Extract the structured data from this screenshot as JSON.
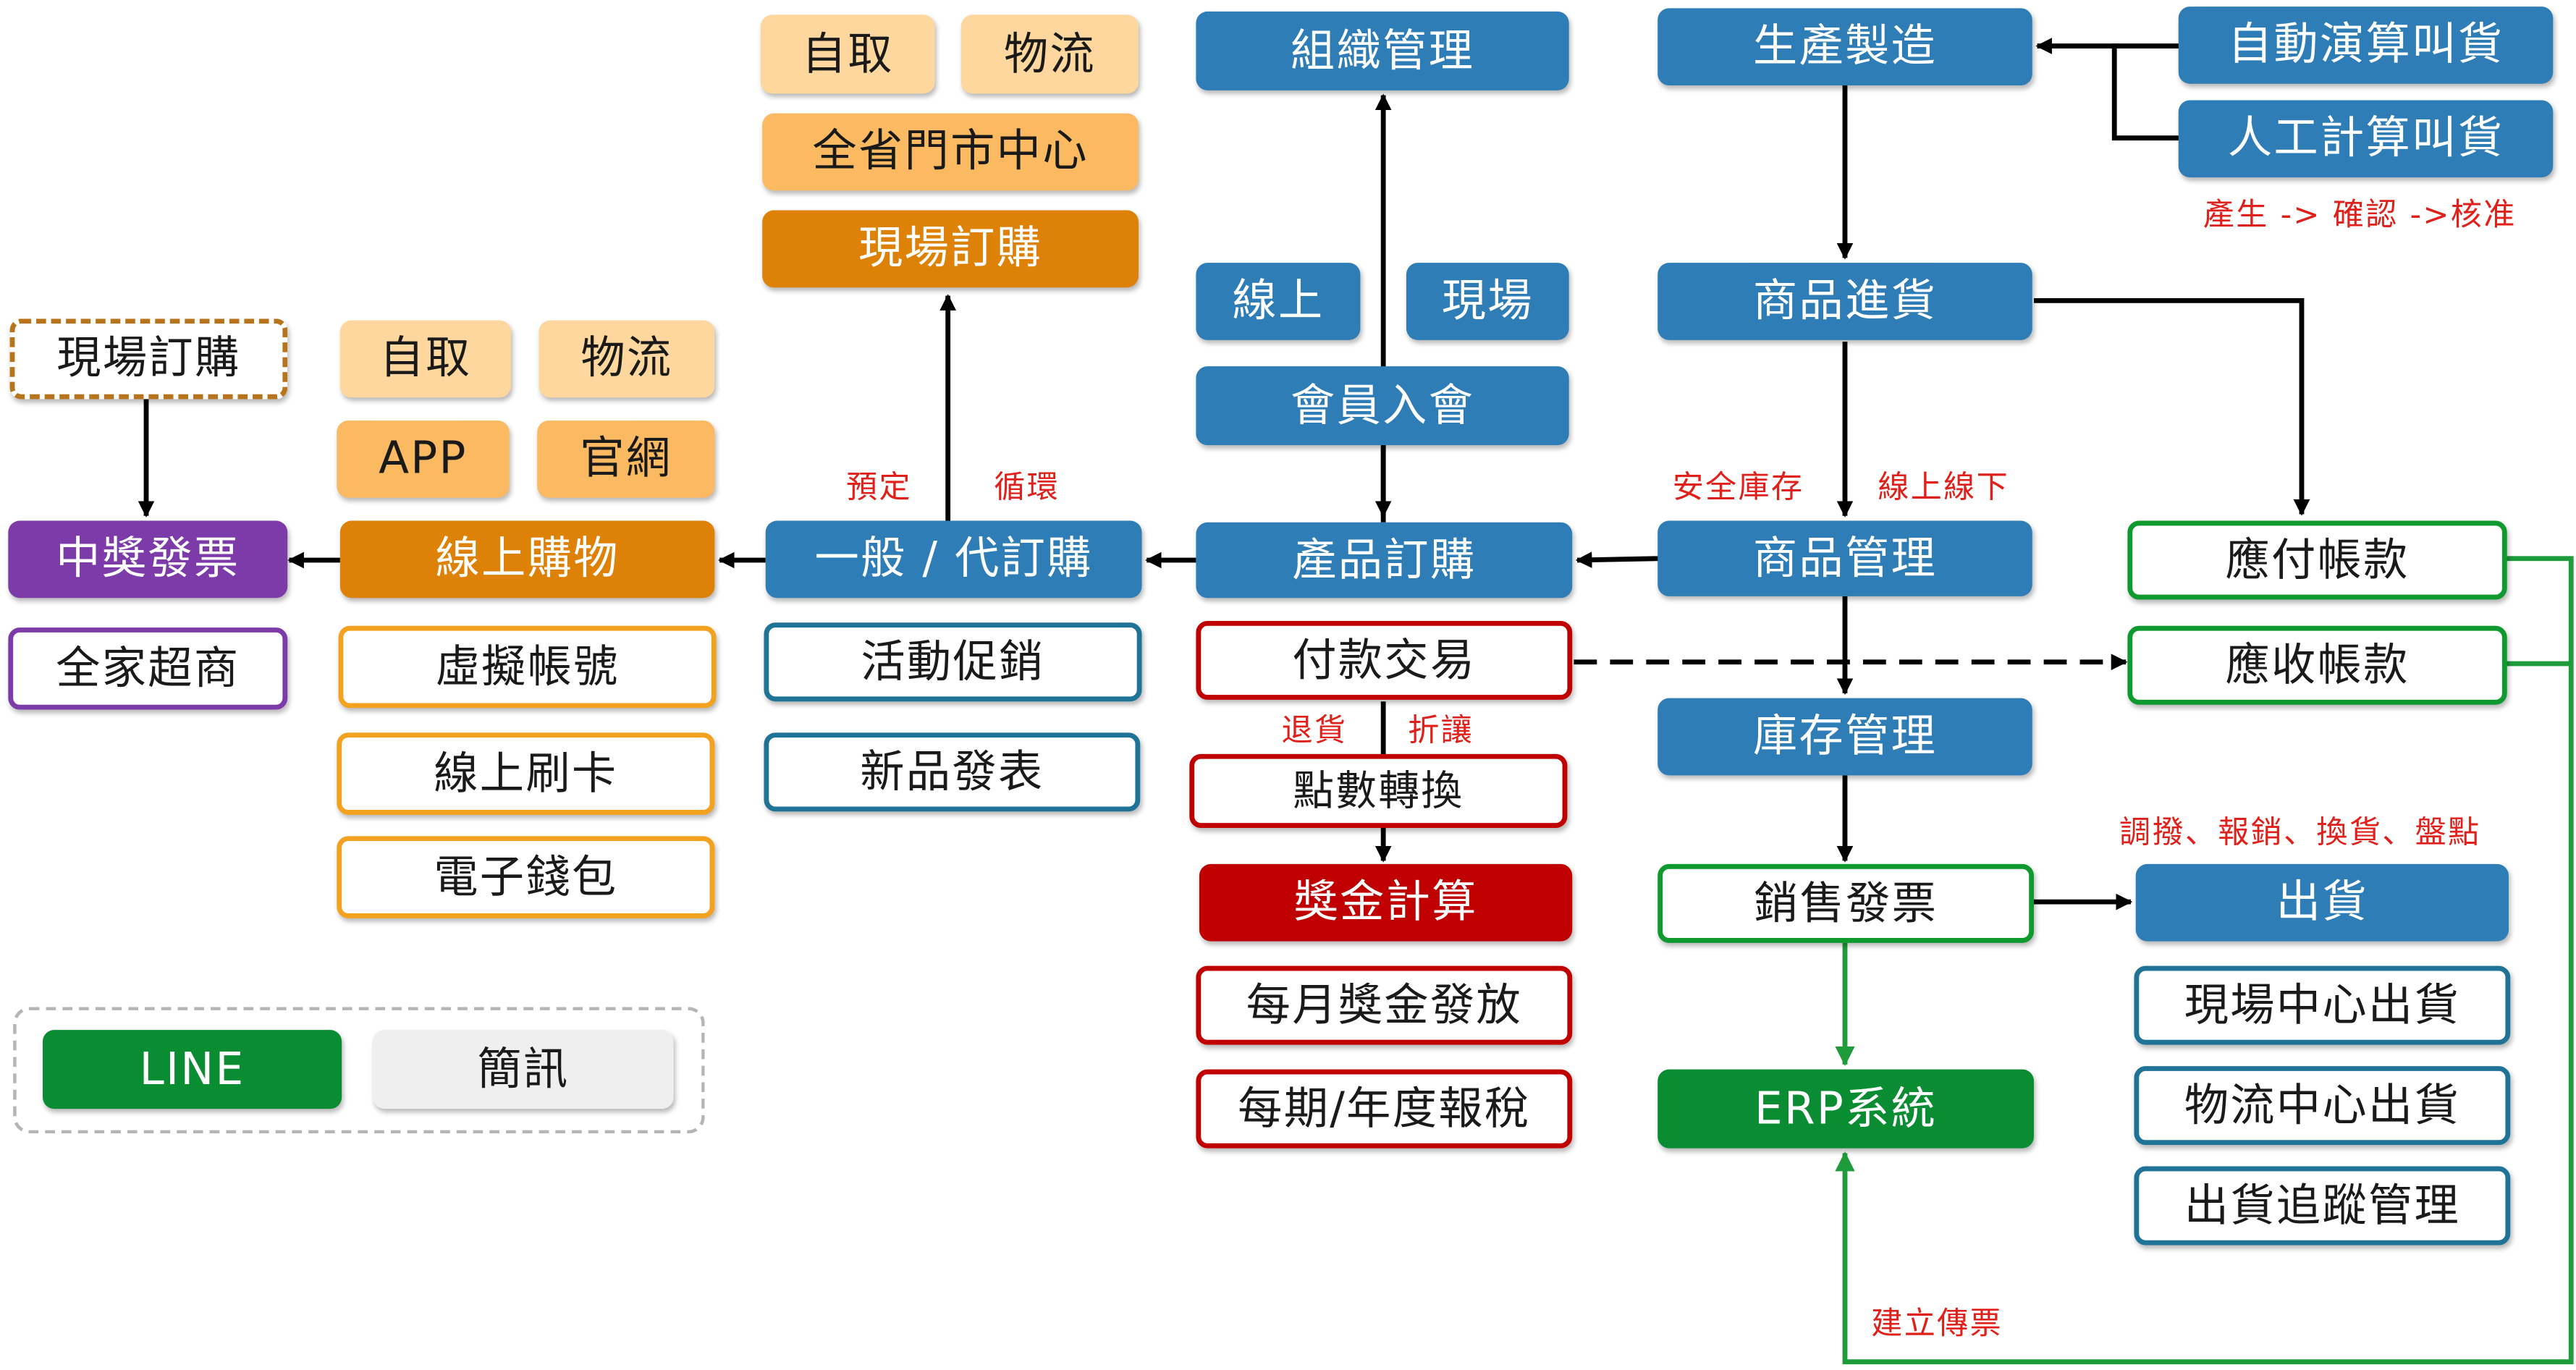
{
  "boxes": {
    "org_mgmt": "組織管理",
    "pickup_top": "自取",
    "logistics_top": "物流",
    "stores_center": "全省門市中心",
    "onsite_order_top": "現場訂購",
    "online": "線上",
    "onsite": "現場",
    "member_join": "會員入會",
    "production": "生產製造",
    "auto_call": "自動演算叫貨",
    "manual_call": "人工計算叫貨",
    "goods_receipt": "商品進貨",
    "onsite_order_left": "現場訂購",
    "pickup_mid": "自取",
    "logistics_mid": "物流",
    "app": "APP",
    "website": "官網",
    "prize_invoice": "中獎發票",
    "online_shopping": "線上購物",
    "general_order": "一般 / 代訂購",
    "product_order": "產品訂購",
    "product_mgmt": "商品管理",
    "payable": "應付帳款",
    "family_mart": "全家超商",
    "virtual_account": "虛擬帳號",
    "promotions": "活動促銷",
    "payment_trans": "付款交易",
    "receivable": "應收帳款",
    "online_card": "線上刷卡",
    "new_product": "新品發表",
    "points_convert": "點數轉換",
    "inventory_mgmt": "庫存管理",
    "e_wallet": "電子錢包",
    "bonus_calc": "獎金計算",
    "sales_invoice": "銷售發票",
    "shipment": "出貨",
    "monthly_bonus": "每月獎金發放",
    "center_ship": "現場中心出貨",
    "tax_report": "每期/年度報稅",
    "erp": "ERP系統",
    "logistics_ship": "物流中心出貨",
    "tracking": "出貨追蹤管理"
  },
  "legend": {
    "line": "LINE",
    "sms": "簡訊"
  },
  "notes": {
    "approval_flow": "產生 -> 確認 ->核准",
    "reserve": "預定",
    "cycle": "循環",
    "safety_stock": "安全庫存",
    "online_offline": "線上線下",
    "return": "退貨",
    "discount": "折讓",
    "transfer_ops": "調撥、報銷、換貨、盤點",
    "create_voucher": "建立傳票"
  },
  "colors": {
    "blue": "#2E7DB6",
    "peach": "#FDD79D",
    "light_orange": "#FBBA62",
    "dark_orange": "#DE8107",
    "purple": "#7C3BA8",
    "red": "#C00000",
    "green": "#0A8C32",
    "note_red": "#E0201A",
    "connector": "#000000",
    "green_connector": "#1E9B3A"
  }
}
